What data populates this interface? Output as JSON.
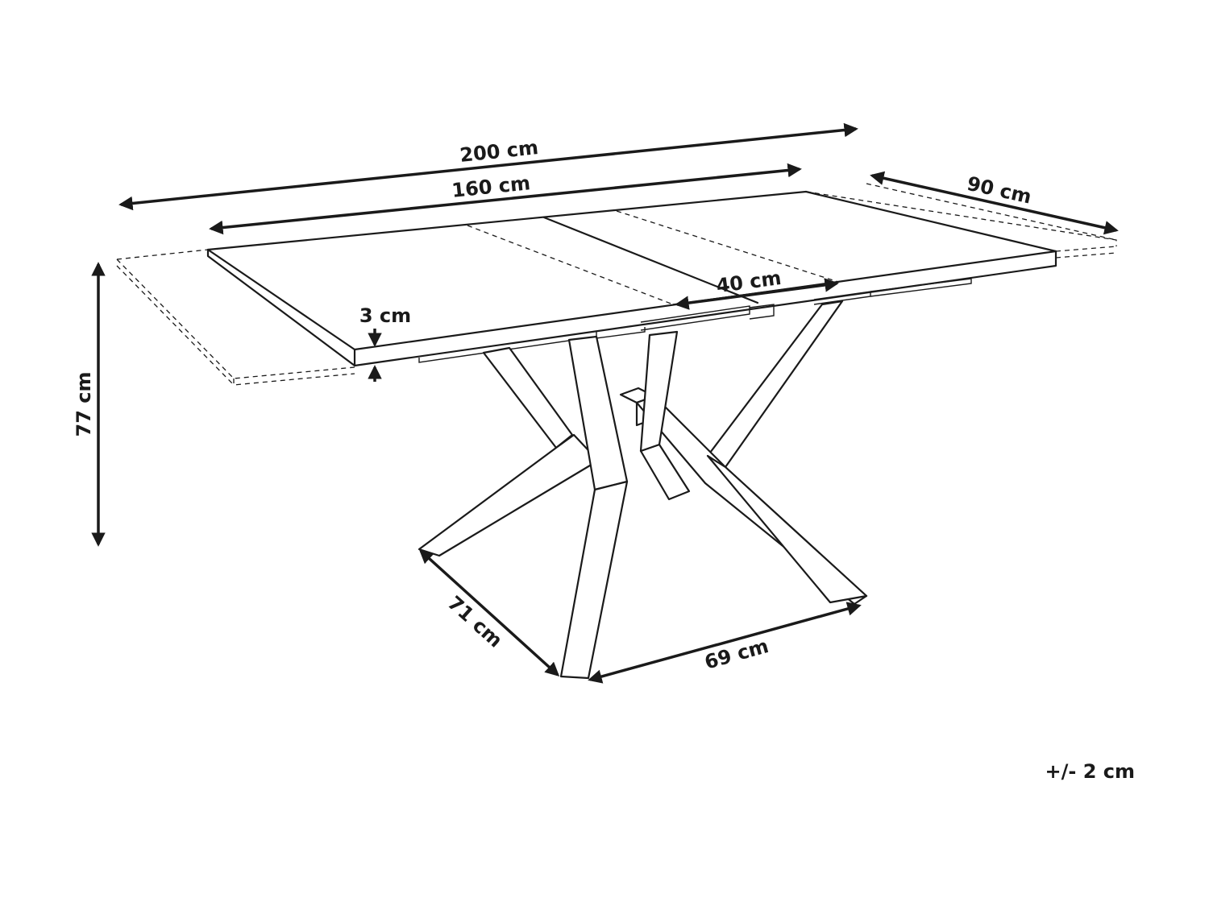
{
  "dimensions": {
    "extended_length": "200 cm",
    "table_length": "160 cm",
    "depth": "90 cm",
    "extension_leaf": "40 cm",
    "top_thickness": "3 cm",
    "height": "77 cm",
    "base_depth": "71 cm",
    "base_width": "69 cm"
  },
  "tolerance": "+/- 2 cm",
  "colors": {
    "line": "#1a1a1a",
    "background": "#ffffff"
  }
}
